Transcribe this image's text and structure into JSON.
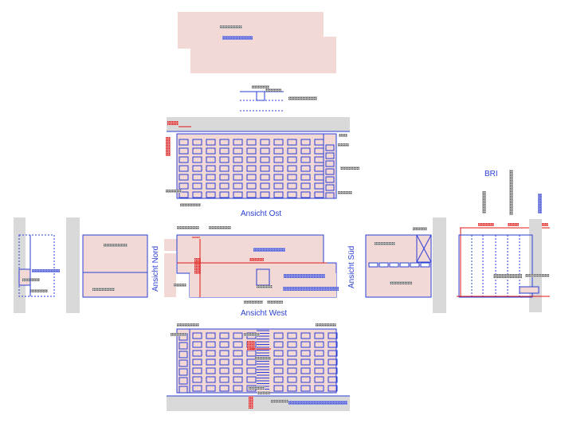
{
  "labels": {
    "ost": "Ansicht Ost",
    "west": "Ansicht West",
    "nord": "Ansicht Nord",
    "sued": "Ansicht Süd",
    "bri": "BRI"
  },
  "colors": {
    "outline": "#2a3fd6",
    "fill": "#f2d9d6",
    "ground": "#d9d9d9",
    "dimension": "#e01818",
    "text_placeholder": "#555555"
  }
}
